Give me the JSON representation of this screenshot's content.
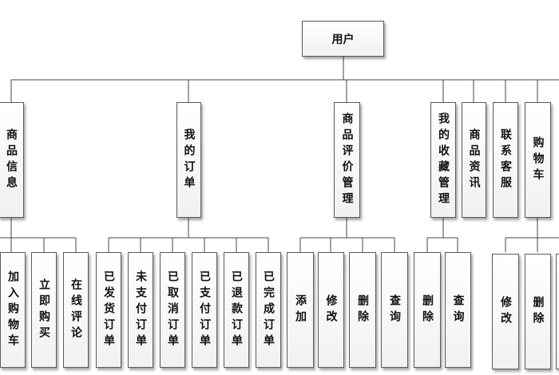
{
  "diagram": {
    "root": "用户",
    "branches": [
      {
        "label": "商品信息",
        "children": [
          "加入购物车",
          "立即购买",
          "在线评论"
        ]
      },
      {
        "label": "我的订单",
        "children": [
          "已发货订单",
          "未支付订单",
          "已取消订单",
          "已支付订单",
          "已退款订单",
          "已完成订单"
        ]
      },
      {
        "label": "商品评价管理",
        "children": [
          "添加",
          "修改",
          "删除",
          "查询"
        ]
      },
      {
        "label": "我的收藏管理",
        "children": [
          "删除",
          "查询"
        ]
      },
      {
        "label": "商品资讯",
        "children": []
      },
      {
        "label": "联系客服",
        "children": []
      },
      {
        "label": "购物车",
        "children": [
          "修改",
          "删除",
          ""
        ]
      }
    ]
  }
}
